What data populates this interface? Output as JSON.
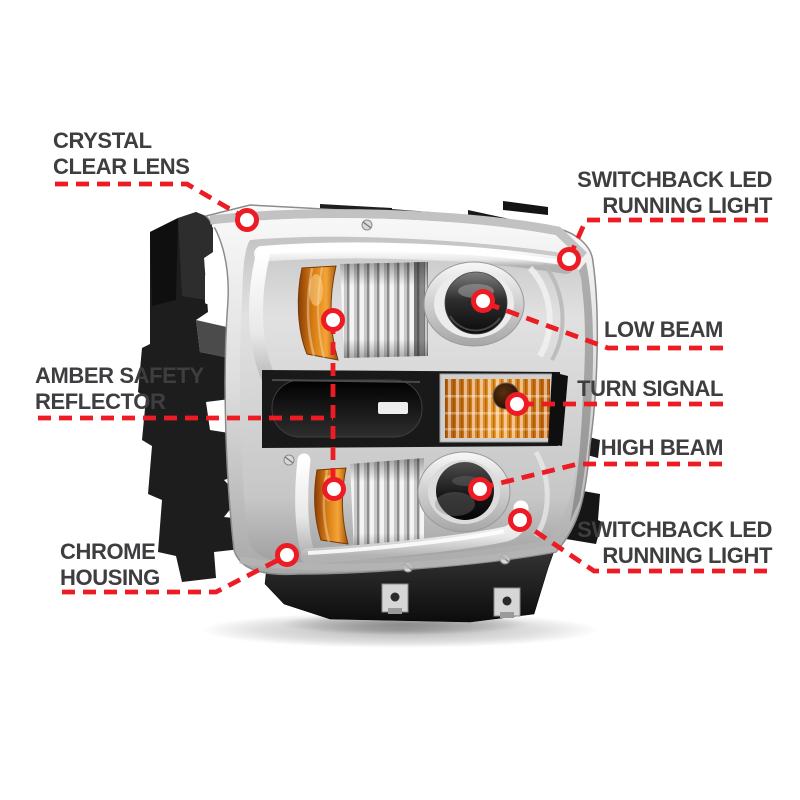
{
  "page": {
    "title": "Projector Headlight Features Diagram",
    "background_color": "#ffffff"
  },
  "annotation_style": {
    "line_color": "#ed1c24",
    "marker_fill": "#ffffff",
    "label_color": "#3e3d40"
  },
  "callouts": [
    {
      "id": "crystal-clear-lens",
      "text": "CRYSTAL\nCLEAR LENS"
    },
    {
      "id": "switchback-led-running-light-top",
      "text": "SWITCHBACK LED\nRUNNING LIGHT"
    },
    {
      "id": "low-beam",
      "text": "LOW BEAM"
    },
    {
      "id": "turn-signal",
      "text": "TURN SIGNAL"
    },
    {
      "id": "high-beam",
      "text": "HIGH BEAM"
    },
    {
      "id": "switchback-led-running-light-bottom",
      "text": "SWITCHBACK LED\nRUNNING LIGHT"
    },
    {
      "id": "amber-safety-reflector",
      "text": "AMBER SAFETY\nREFLECTOR"
    },
    {
      "id": "chrome-housing",
      "text": "CHROME\nHOUSING"
    }
  ],
  "product": {
    "type": "truck-projector-headlight",
    "colors": {
      "chrome": "#d9d9d9",
      "amber": "#d97c16",
      "housing_black": "#1c1c1c"
    }
  }
}
